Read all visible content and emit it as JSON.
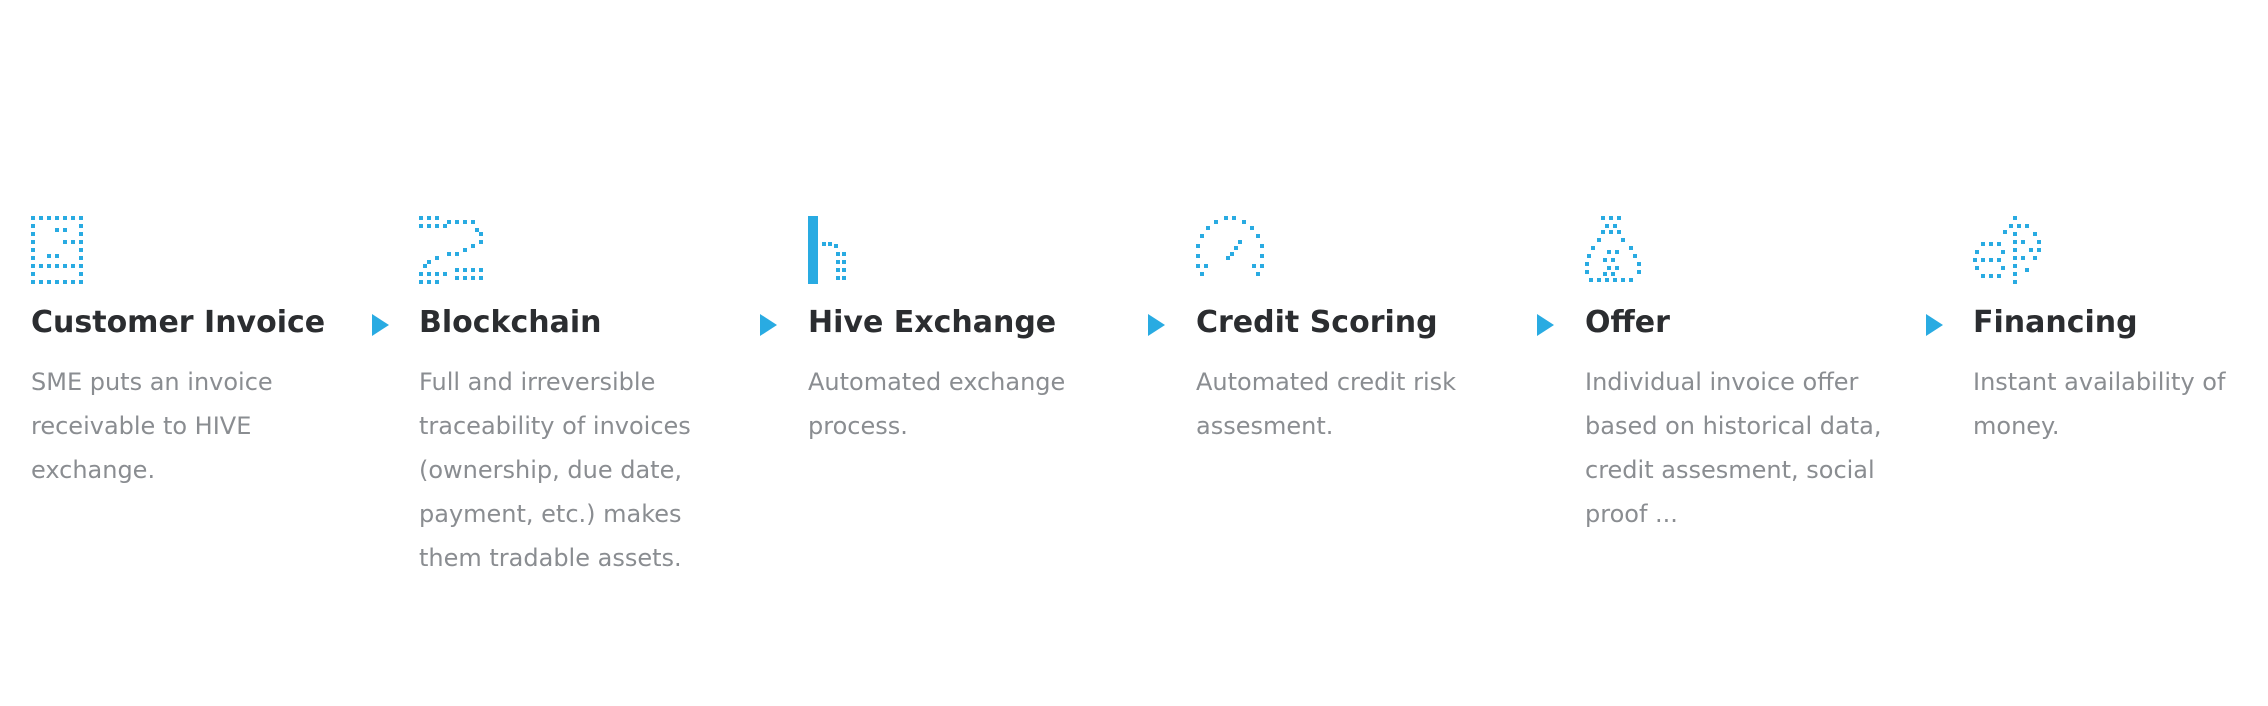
{
  "accent_color": "#29abe2",
  "steps": [
    {
      "icon": "invoice-icon",
      "title": "Customer Invoice",
      "description_lines": [
        "SME puts an invoice",
        "receivable to HIVE",
        "exchange."
      ]
    },
    {
      "icon": "blockchain-icon",
      "title": "Blockchain",
      "description_lines": [
        "Full and irreversible",
        "traceability of invoices",
        "(ownership, due date,",
        "payment, etc.) makes",
        "them tradable assets."
      ]
    },
    {
      "icon": "hive-icon",
      "title": "Hive Exchange",
      "description_lines": [
        "Automated exchange",
        "process."
      ]
    },
    {
      "icon": "gauge-icon",
      "title": "Credit Scoring",
      "description_lines": [
        "Automated credit risk",
        "assesment."
      ]
    },
    {
      "icon": "money-bag-icon",
      "title": "Offer",
      "description_lines": [
        "Individual invoice offer",
        "based on historical data,",
        "credit assesment, social",
        "proof ..."
      ]
    },
    {
      "icon": "currency-exchange-icon",
      "title": "Financing",
      "description_lines": [
        "Instant availability of",
        "money."
      ]
    }
  ]
}
